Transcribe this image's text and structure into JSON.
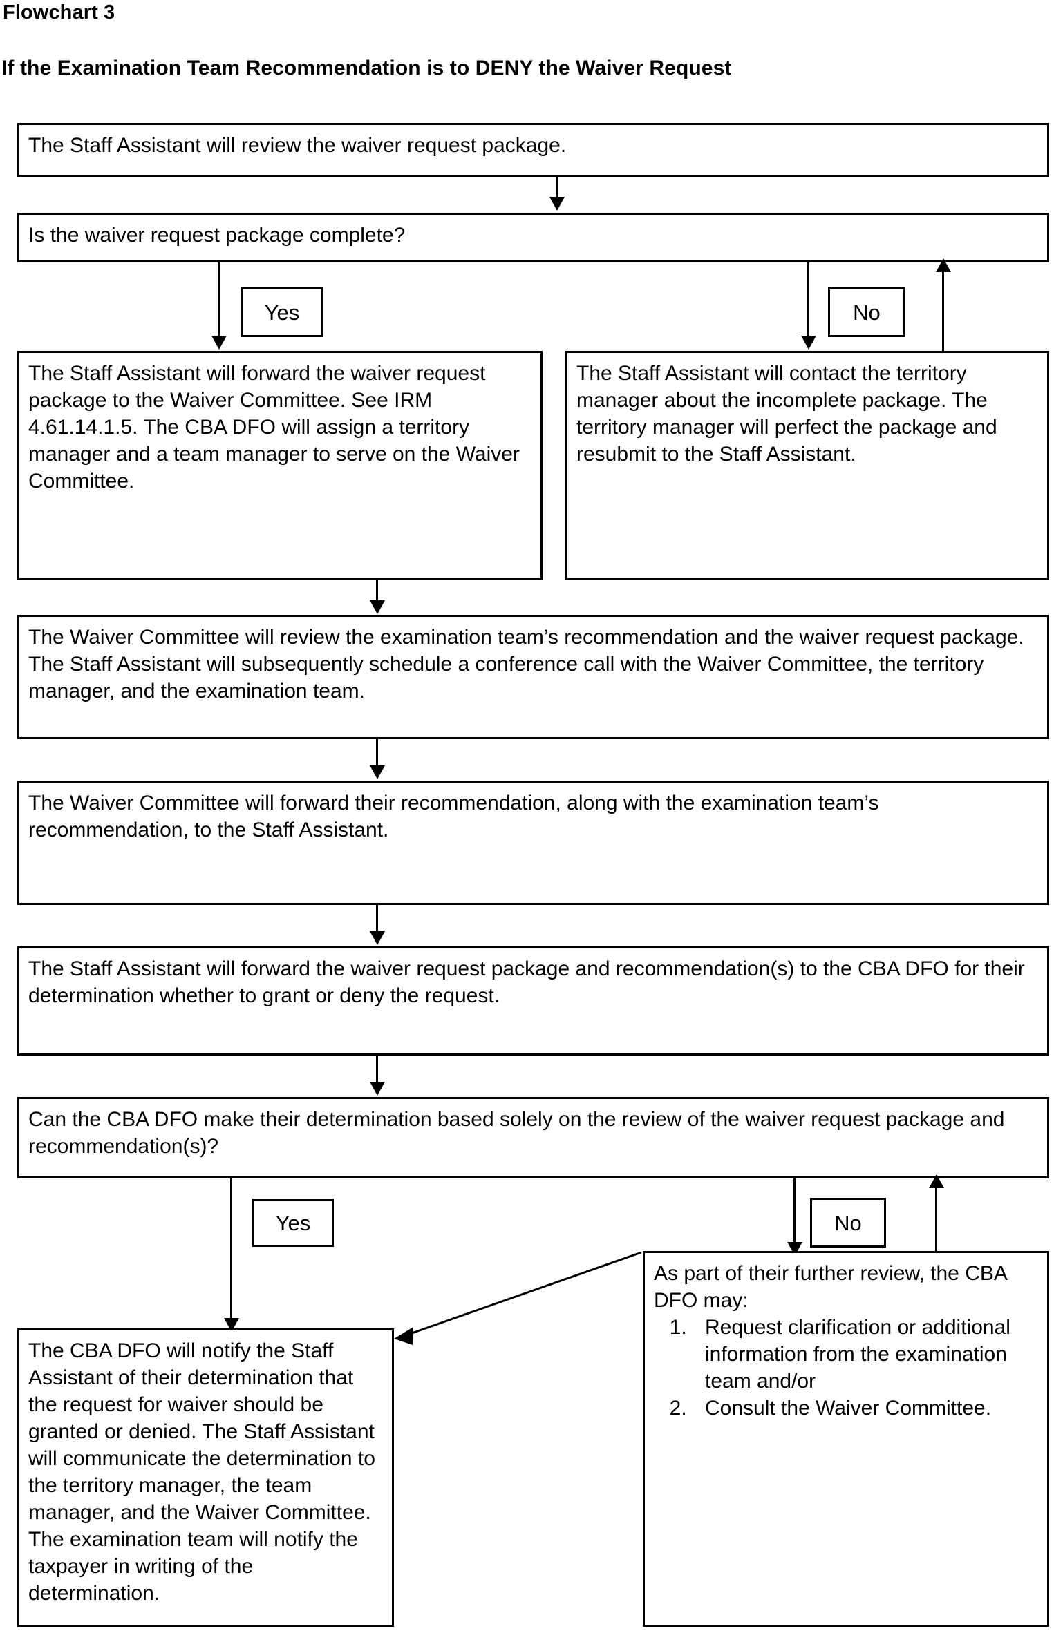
{
  "chart": {
    "label": "Flowchart 3",
    "subtitle": "If the Examination Team Recommendation is to DENY the Waiver Request"
  },
  "nodes": {
    "start": {
      "text": "The Staff Assistant will review the waiver request package."
    },
    "decision1": {
      "text": "Is the waiver request package complete?"
    },
    "yes1": {
      "label": "Yes"
    },
    "no1": {
      "label": "No"
    },
    "complete_branch": {
      "text": "The Staff Assistant will forward the waiver request package to the Waiver Committee. See IRM 4.61.14.1.5. The CBA DFO will assign a territory manager and a team manager to serve on the Waiver Committee."
    },
    "incomplete_branch": {
      "text": "The Staff Assistant will contact the territory manager about the incomplete package.  The territory manager will perfect the package and resubmit to the Staff Assistant."
    },
    "committee_review": {
      "text": "The Waiver Committee will review the examination team’s recommendation and the waiver request package.  The Staff Assistant will subsequently schedule a conference call with the Waiver Committee, the territory manager, and the examination team."
    },
    "committee_forward": {
      "text": "The Waiver Committee will forward their recommendation, along with the examination team’s recommendation, to the Staff Assistant."
    },
    "staff_forward_dfo": {
      "text": "The Staff Assistant will forward the waiver request package and recommendation(s) to the CBA DFO for their determination whether to grant or deny the request."
    },
    "decision2": {
      "text": "Can the CBA DFO make their determination based solely on the review of the waiver request package and recommendation(s)?"
    },
    "yes2": {
      "label": "Yes"
    },
    "no2": {
      "label": "No"
    },
    "notify_determination": {
      "text": "The CBA DFO will notify the Staff Assistant of their determination that the request for waiver should be granted or denied.  The Staff Assistant will communicate the determination to the territory manager, the team manager, and the Waiver Committee. The examination team will notify the taxpayer in writing of the determination."
    },
    "further_review": {
      "intro": "As part of their further review, the CBA DFO may:",
      "items": [
        "Request clarification or additional information from the examination team and/or",
        "Consult the Waiver Committee."
      ]
    }
  },
  "colors": {
    "stroke": "#000000",
    "background": "#ffffff",
    "text": "#000000"
  }
}
